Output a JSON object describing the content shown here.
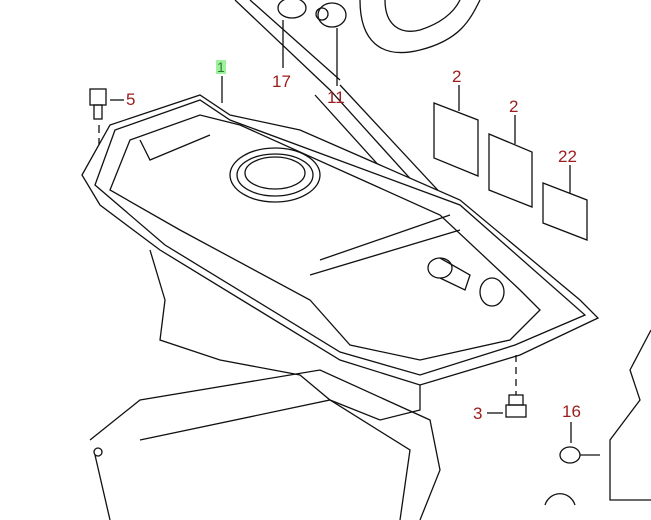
{
  "diagram": {
    "highlight_color": "#9ef29e",
    "callout_color": "#9b1c1c",
    "callouts": [
      {
        "id": "fuel-tank",
        "label": "1",
        "highlighted": true
      },
      {
        "id": "bolt-top",
        "label": "5"
      },
      {
        "id": "part-17",
        "label": "17"
      },
      {
        "id": "clamp-11",
        "label": "11"
      },
      {
        "id": "pad-2a",
        "label": "2"
      },
      {
        "id": "pad-2b",
        "label": "2"
      },
      {
        "id": "pad-22",
        "label": "22"
      },
      {
        "id": "bolt-bottom",
        "label": "3"
      },
      {
        "id": "part-16",
        "label": "16"
      }
    ]
  }
}
